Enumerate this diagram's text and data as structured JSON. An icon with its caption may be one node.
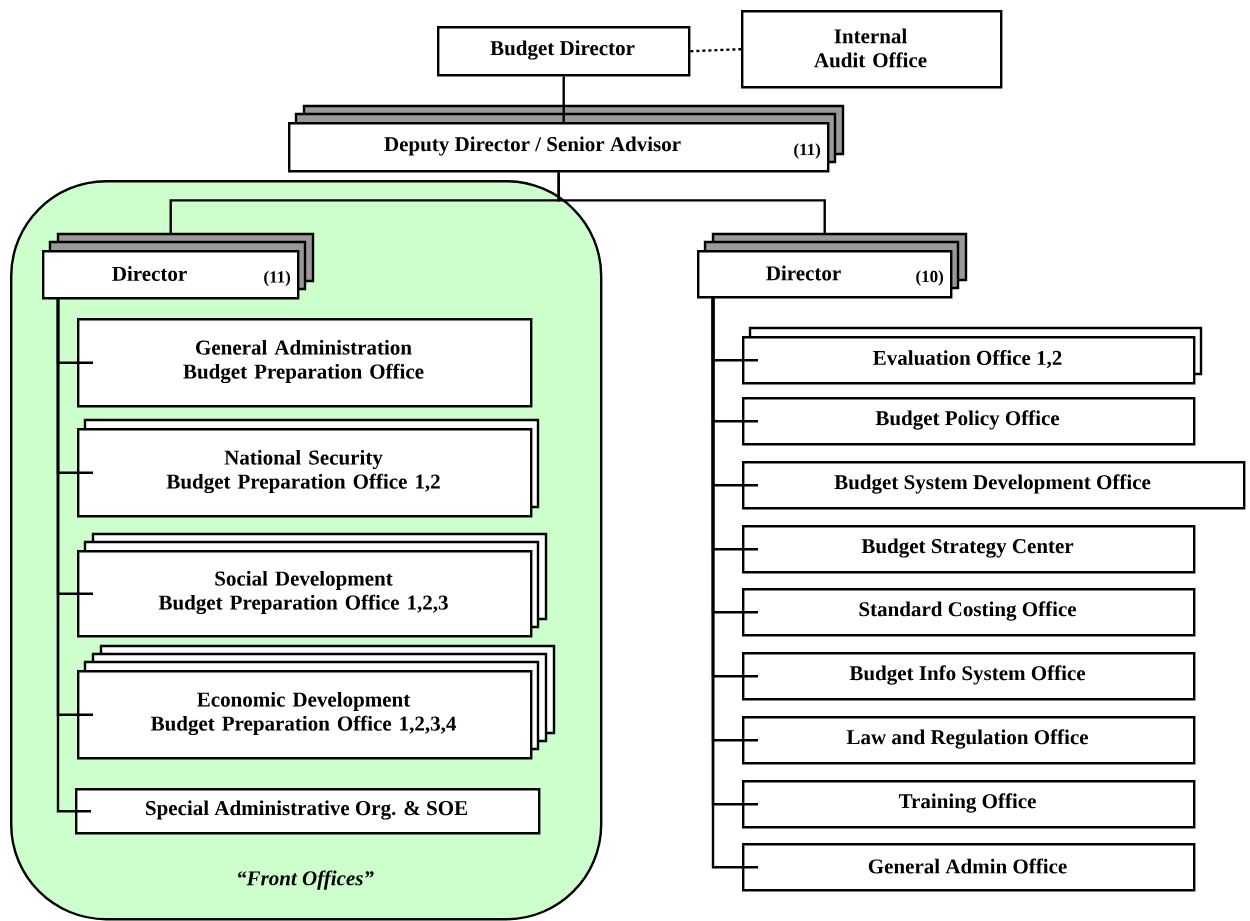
{
  "diagram": {
    "nodes": [
      {
        "text": [
          "Budget Director"
        ]
      },
      {
        "text": [
          "Internal Audit Office"
        ]
      },
      {
        "text": [
          "Deputy Director / Senior Advisor",
          "(11)"
        ]
      },
      {
        "text": [
          "“Front Offices”"
        ]
      },
      {
        "text": [
          "Director",
          "(11)"
        ],
        "in": 3
      },
      {
        "text": [
          "General Administration Budget Preparation Office"
        ],
        "in": 3
      },
      {
        "text": [
          "National Security Budget Preparation Office 1,2"
        ],
        "in": 3
      },
      {
        "text": [
          "Social Development Budget Preparation Office 1,2,3"
        ],
        "in": 3
      },
      {
        "text": [
          "Economic Development Budget Preparation Office 1,2,3,4"
        ],
        "in": 3
      },
      {
        "text": [
          "Special Administrative Org. & SOE"
        ],
        "in": 3
      },
      {
        "text": [
          "Director",
          "(10)"
        ]
      },
      {
        "text": [
          "Evaluation Office 1,2"
        ]
      },
      {
        "text": [
          "Budget Policy Office"
        ]
      },
      {
        "text": [
          "Budget System Development Office"
        ]
      },
      {
        "text": [
          "Budget Strategy Center"
        ]
      },
      {
        "text": [
          "Standard Costing Office"
        ]
      },
      {
        "text": [
          "Budget Info System Office"
        ]
      },
      {
        "text": [
          "Law and Regulation Office"
        ]
      },
      {
        "text": [
          "Training Office"
        ]
      },
      {
        "text": [
          "General Admin Office"
        ]
      }
    ],
    "edges": [
      {
        "from": 0,
        "to": 1,
        "arrow": "none",
        "style": "dashed"
      },
      {
        "from": 0,
        "to": 2,
        "arrow": "none"
      },
      {
        "from": 2,
        "to": 4,
        "arrow": "none"
      },
      {
        "from": 2,
        "to": 10,
        "arrow": "none"
      },
      {
        "from": 4,
        "to": 5,
        "arrow": "none"
      },
      {
        "from": 4,
        "to": 6,
        "arrow": "none"
      },
      {
        "from": 4,
        "to": 7,
        "arrow": "none"
      },
      {
        "from": 4,
        "to": 8,
        "arrow": "none"
      },
      {
        "from": 4,
        "to": 9,
        "arrow": "none"
      },
      {
        "from": 10,
        "to": 11,
        "arrow": "none"
      },
      {
        "from": 10,
        "to": 12,
        "arrow": "none"
      },
      {
        "from": 10,
        "to": 13,
        "arrow": "none"
      },
      {
        "from": 10,
        "to": 14,
        "arrow": "none"
      },
      {
        "from": 10,
        "to": 15,
        "arrow": "none"
      },
      {
        "from": 10,
        "to": 16,
        "arrow": "none"
      },
      {
        "from": 10,
        "to": 17,
        "arrow": "none"
      },
      {
        "from": 10,
        "to": 18,
        "arrow": "none"
      },
      {
        "from": 10,
        "to": 19,
        "arrow": "none"
      }
    ]
  }
}
